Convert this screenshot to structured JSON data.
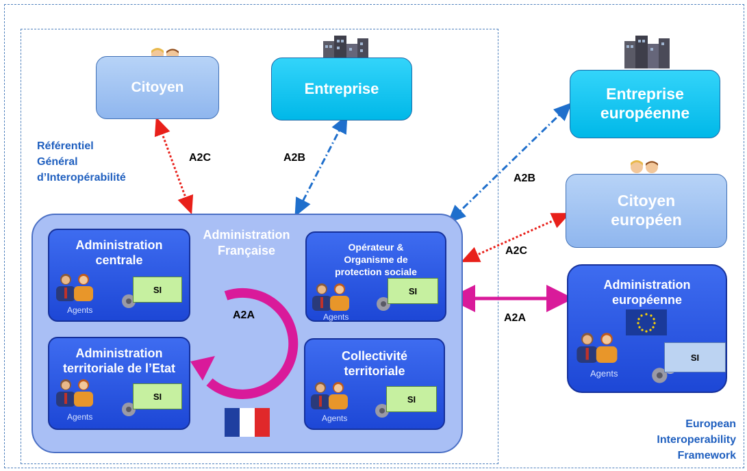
{
  "frames": {
    "rgi_label": [
      "Référentiel",
      "Général",
      "d’Interopérabilité"
    ],
    "eif_label": [
      "European",
      "Interoperability",
      "Framework"
    ]
  },
  "external": {
    "citoyen": "Citoyen",
    "entreprise": "Entreprise",
    "entreprise_eu": [
      "Entreprise",
      "européenne"
    ],
    "citoyen_eu": [
      "Citoyen",
      "européen"
    ]
  },
  "admin_fr": {
    "title": [
      "Administration",
      "Française"
    ],
    "centrale": [
      "Administration",
      "centrale"
    ],
    "territoriale_etat": [
      "Administration",
      "territoriale de l’Etat"
    ],
    "operateur": [
      "Opérateur &",
      "Organisme de",
      "protection sociale"
    ],
    "collectivite": [
      "Collectivité",
      "territoriale"
    ],
    "agents": "Agents",
    "si": "SI"
  },
  "admin_eu": {
    "title": [
      "Administration",
      "européenne"
    ],
    "agents": "Agents",
    "si": "SI"
  },
  "links": {
    "a2c_fr": "A2C",
    "a2b_fr": "A2B",
    "a2a_internal": "A2A",
    "a2b_eu": "A2B",
    "a2c_eu": "A2C",
    "a2a_eu": "A2A"
  },
  "colors": {
    "a2c": "#e8201a",
    "a2b": "#1f6fcc",
    "a2a": "#d91a9a",
    "admin_bg": "#a9bff5",
    "sub_box": "#2a56e0",
    "cyan_box": "#0fc4f3",
    "light_box": "#a6c8f4",
    "frame_text": "#1f5fbf"
  },
  "icons": [
    "people-icon",
    "buildings-icon",
    "agents-icon",
    "gears-icon",
    "flag-france-icon",
    "flag-eu-icon"
  ]
}
